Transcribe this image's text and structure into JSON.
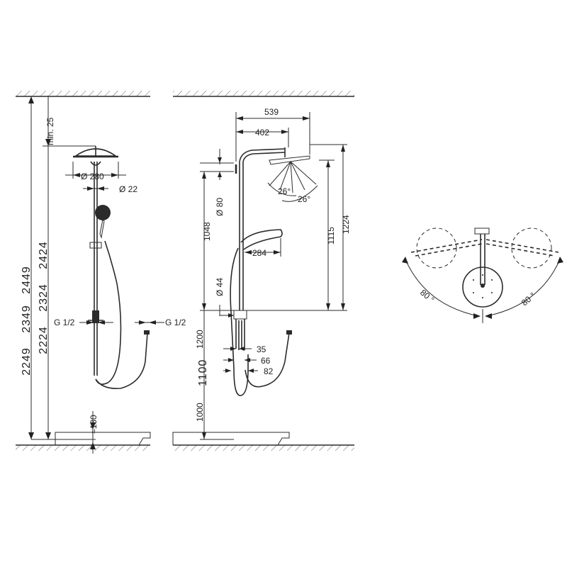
{
  "labels": {
    "min25": "min. 25",
    "h2449": "2449",
    "h2349": "2349",
    "h2249": "2249",
    "h2424": "2424",
    "h2324": "2324",
    "h2224": "2224",
    "d280": "Ø 280",
    "d22": "Ø 22",
    "g12_left": "G 1/2",
    "g12_right": "G 1/2",
    "approx130": "≈130",
    "w539": "539",
    "w402": "402",
    "d80": "Ø 80",
    "h1048": "1048",
    "a26_1": "26°",
    "a26_2": "26°",
    "w284": "284",
    "d44": "Ø 44",
    "h1115": "1115",
    "h1224": "1224",
    "h1200": "1200",
    "h1100": "1100",
    "h1000": "1000",
    "w35": "35",
    "w66": "66",
    "w82": "82",
    "ang80_left": "80 °",
    "ang80_right": "80 °"
  }
}
